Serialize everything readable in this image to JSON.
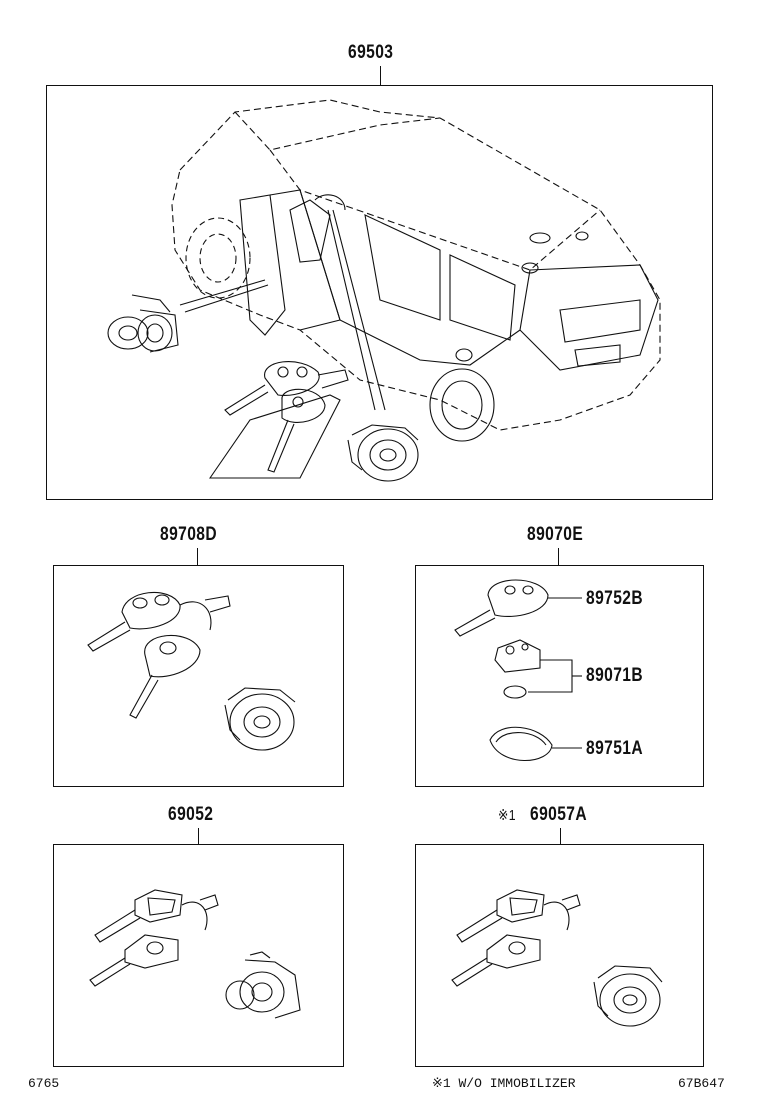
{
  "labels": {
    "main_kit": "69503",
    "kit_a": "89708D",
    "kit_b": "89070E",
    "key_b": "89752B",
    "transponder_b": "89071B",
    "cover_b": "89751A",
    "kit_c": "69052",
    "kit_d_mark": "※1",
    "kit_d": "69057A"
  },
  "footer": {
    "left_code": "6765",
    "note": "※1 W/O IMMOBILIZER",
    "right_code": "67B647"
  },
  "colors": {
    "line": "#111111",
    "background": "#ffffff"
  }
}
